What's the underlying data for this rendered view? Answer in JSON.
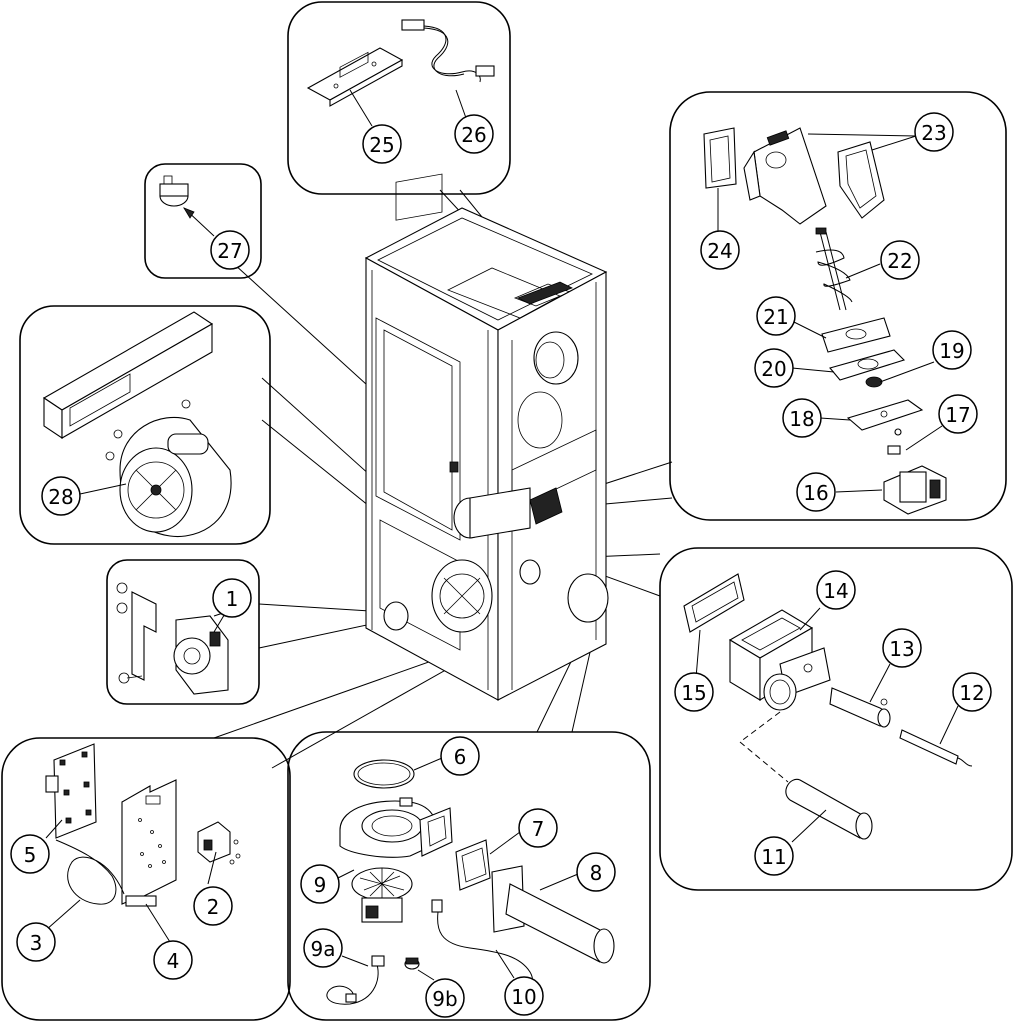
{
  "callouts": {
    "c1": "1",
    "c2": "2",
    "c3": "3",
    "c4": "4",
    "c5": "5",
    "c6": "6",
    "c7": "7",
    "c8": "8",
    "c9": "9",
    "c9a": "9a",
    "c9b": "9b",
    "c10": "10",
    "c11": "11",
    "c12": "12",
    "c13": "13",
    "c14": "14",
    "c15": "15",
    "c16": "16",
    "c17": "17",
    "c18": "18",
    "c19": "19",
    "c20": "20",
    "c21": "21",
    "c22": "22",
    "c23": "23",
    "c24": "24",
    "c25": "25",
    "c26": "26",
    "c27": "27",
    "c28": "28"
  }
}
